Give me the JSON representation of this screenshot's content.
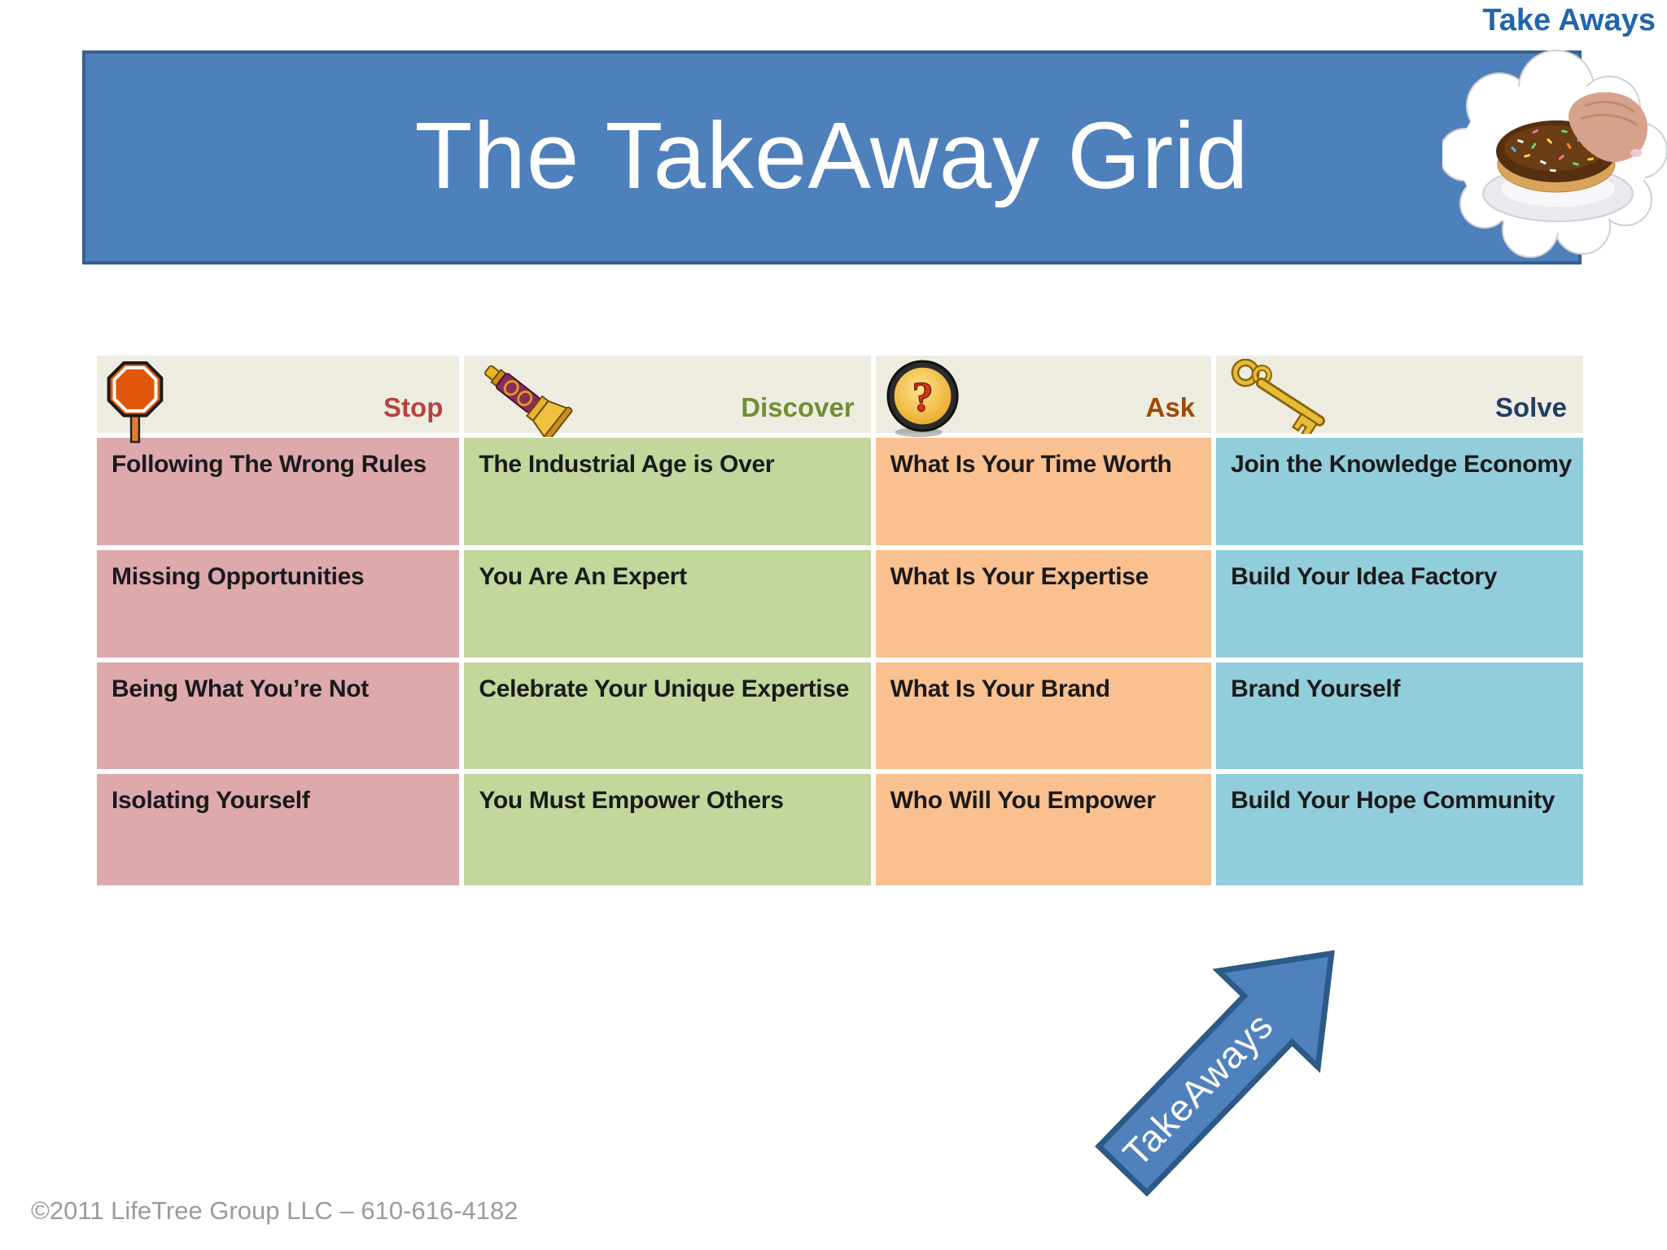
{
  "brand": {
    "corner_label": "Take Aways",
    "color": "#2166ac"
  },
  "header": {
    "title": "The TakeAway Grid",
    "bar_color": "#4e80bc",
    "bar_border_color": "#35618e",
    "title_color": "#ffffff",
    "cloud_image": "hand-holding-sprinkled-donut-on-plate-in-thought-cloud"
  },
  "grid": {
    "header_bg": "#eeece1",
    "columns": [
      {
        "id": "stop",
        "label": "Stop",
        "label_color": "#b8413f",
        "cell_color": "#dda9ad",
        "icon": "stop-sign-icon",
        "cells": [
          "Following The Wrong Rules",
          "Missing Opportunities",
          "Being What You’re Not",
          "Isolating Yourself"
        ]
      },
      {
        "id": "discover",
        "label": "Discover",
        "label_color": "#6f8f33",
        "cell_color": "#c3d69b",
        "icon": "telescope-icon",
        "cells": [
          "The Industrial Age is Over",
          "You Are An Expert",
          "Celebrate Your Unique Expertise",
          "You Must Empower Others"
        ]
      },
      {
        "id": "ask",
        "label": "Ask",
        "label_color": "#9c4a06",
        "cell_color": "#fac08f",
        "icon": "question-coin-icon",
        "cells": [
          "What Is Your Time Worth",
          "What Is Your Expertise",
          "What Is Your Brand",
          "Who Will You Empower"
        ]
      },
      {
        "id": "solve",
        "label": "Solve",
        "label_color": "#1d3e66",
        "cell_color": "#92cddc",
        "icon": "key-icon",
        "cells": [
          "Join the Knowledge Economy",
          "Build Your Idea Factory",
          "Brand Yourself",
          "Build Your Hope Community"
        ]
      }
    ]
  },
  "arrow": {
    "label": "TakeAways",
    "fill": "#4f81bd",
    "border": "#2c5985"
  },
  "footer": {
    "copyright": "©2011 LifeTree Group LLC – 610-616-4182"
  }
}
